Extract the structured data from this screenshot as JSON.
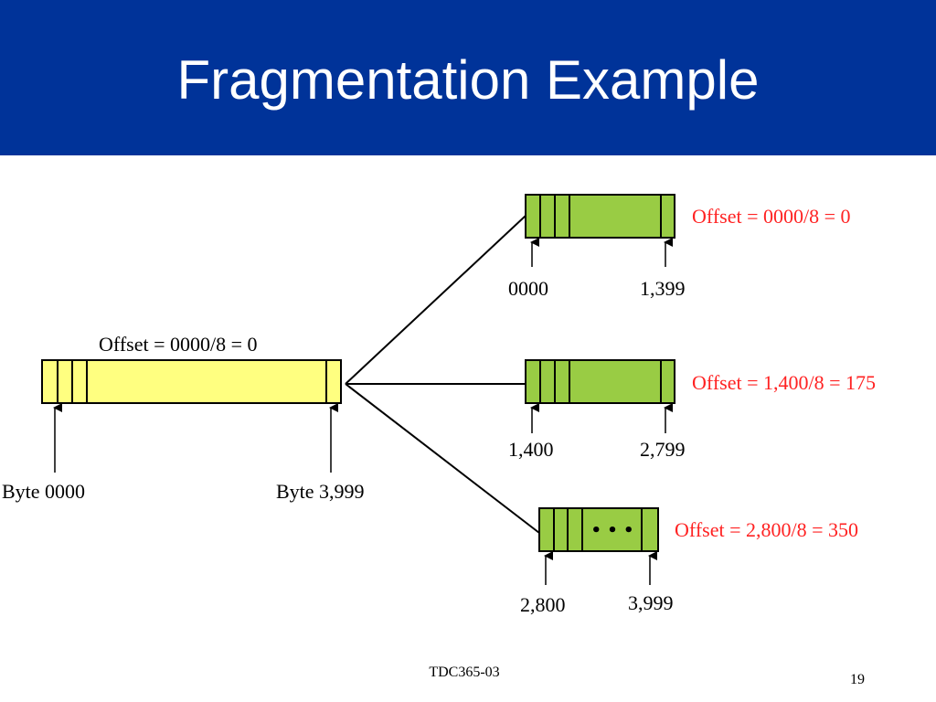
{
  "slide": {
    "title": "Fragmentation Example",
    "footer": "TDC365-03",
    "page_number": "19"
  },
  "colors": {
    "header_bg": "#003399",
    "title_text": "#ffffff",
    "original_datagram_fill": "#ffff80",
    "fragment_fill": "#99cc44",
    "offset_text_fragments": "#ff2222",
    "line": "#000000"
  },
  "original": {
    "offset_label": "Offset = 0000/8 =  0",
    "start_label": "Byte 0000",
    "end_label": "Byte 3,999"
  },
  "fragments": [
    {
      "offset_label": "Offset = 0000/8 =  0",
      "start_label": "0000",
      "end_label": "1,399"
    },
    {
      "offset_label": "Offset = 1,400/8 = 175",
      "start_label": "1,400",
      "end_label": "2,799"
    },
    {
      "offset_label": "Offset = 2,800/8 = 350",
      "start_label": "2,800",
      "end_label": "3,999",
      "ellipsis": "• • •"
    }
  ]
}
